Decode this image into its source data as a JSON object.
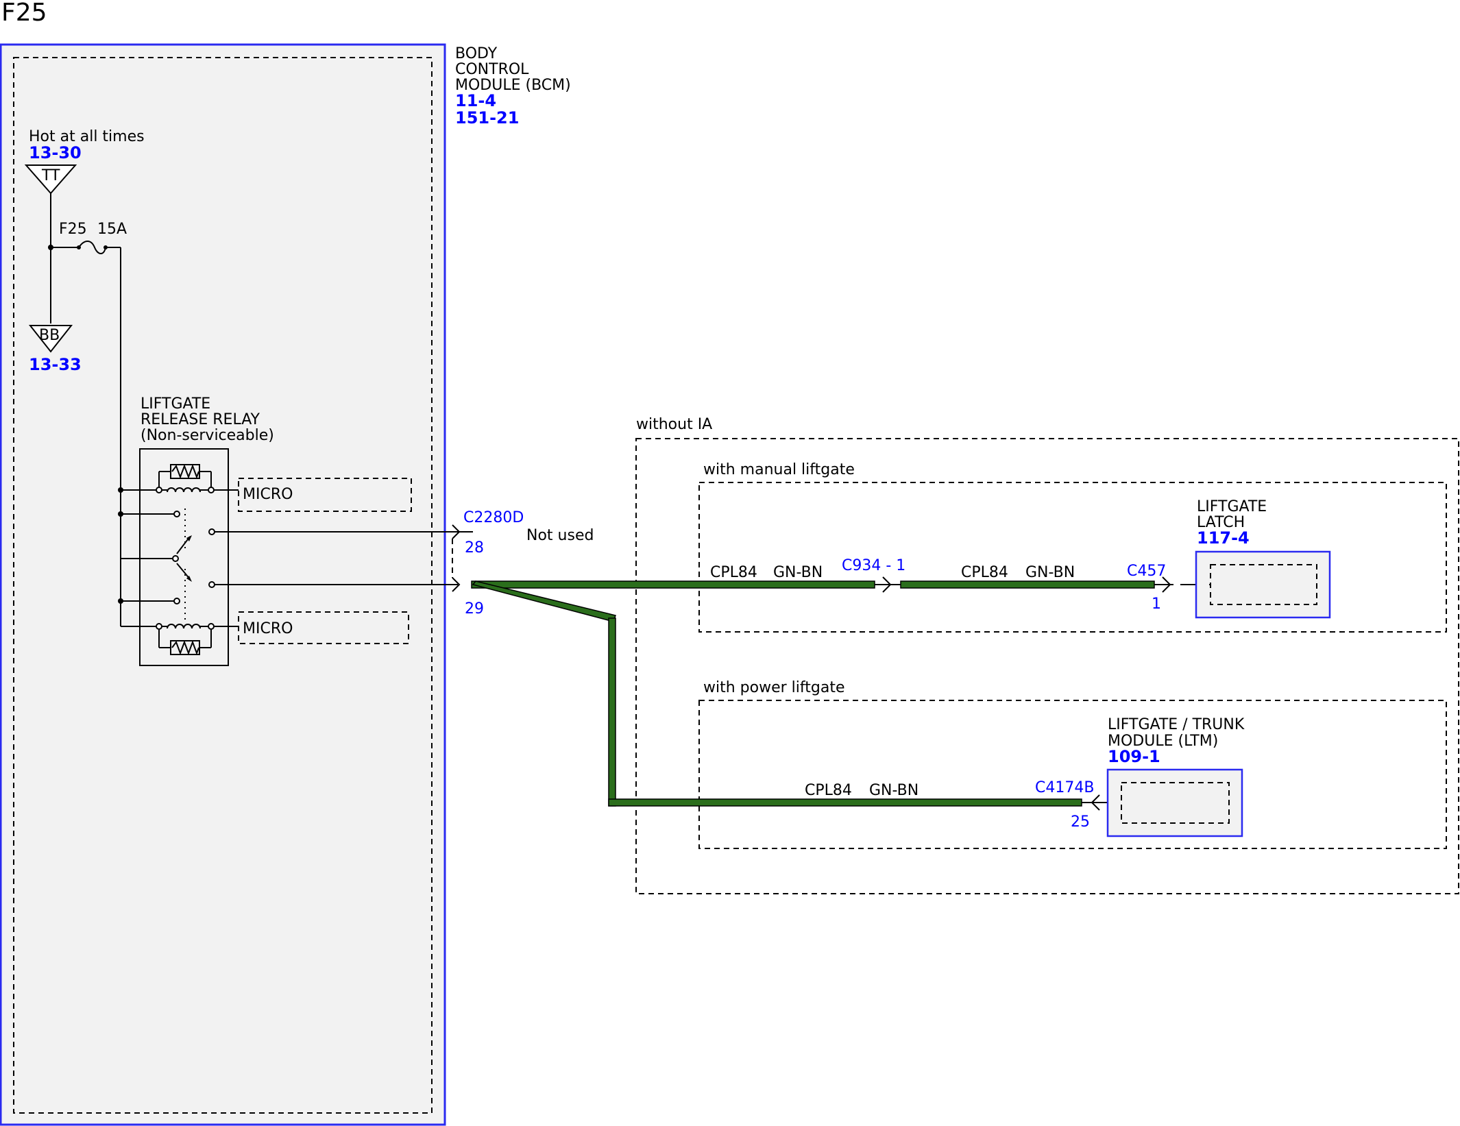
{
  "page_title": "F25",
  "colors": {
    "module_border": "#2a2af0",
    "module_fill": "#f2f2f2",
    "wire_green": "#2b6e1c",
    "wire_outline": "#000000",
    "ref_text": "#0000ff"
  },
  "bcm": {
    "name_line1": "BODY",
    "name_line2": "CONTROL",
    "name_line3": "MODULE (BCM)",
    "ref1": "11-4",
    "ref2": "151-21"
  },
  "power": {
    "hot_label": "Hot at all times",
    "hot_ref": "13-30",
    "tt_label": "TT",
    "fuse_label": "F25",
    "fuse_rating": "15A",
    "bb_label": "BB",
    "bb_ref": "13-33"
  },
  "relay": {
    "name_line1": "LIFTGATE",
    "name_line2": "RELEASE RELAY",
    "name_line3": "(Non-serviceable)",
    "micro_top": "MICRO",
    "micro_bottom": "MICRO"
  },
  "bcm_connector": {
    "id": "C2280D",
    "pin_top": "28",
    "pin_bottom": "29",
    "not_used": "Not used"
  },
  "without_ia": {
    "label": "without IA",
    "manual": {
      "label": "with manual liftgate",
      "wire1_circuit": "CPL84",
      "wire1_color": "GN-BN",
      "inline_connector": "C934 - 1",
      "wire2_circuit": "CPL84",
      "wire2_color": "GN-BN",
      "latch_connector": "C457",
      "latch_pin": "1",
      "latch_name_line1": "LIFTGATE",
      "latch_name_line2": "LATCH",
      "latch_ref": "117-4"
    },
    "power": {
      "label": "with power liftgate",
      "wire_circuit": "CPL84",
      "wire_color": "GN-BN",
      "ltm_connector": "C4174B",
      "ltm_pin": "25",
      "ltm_name_line1": "LIFTGATE / TRUNK",
      "ltm_name_line2": "MODULE (LTM)",
      "ltm_ref": "109-1"
    }
  }
}
